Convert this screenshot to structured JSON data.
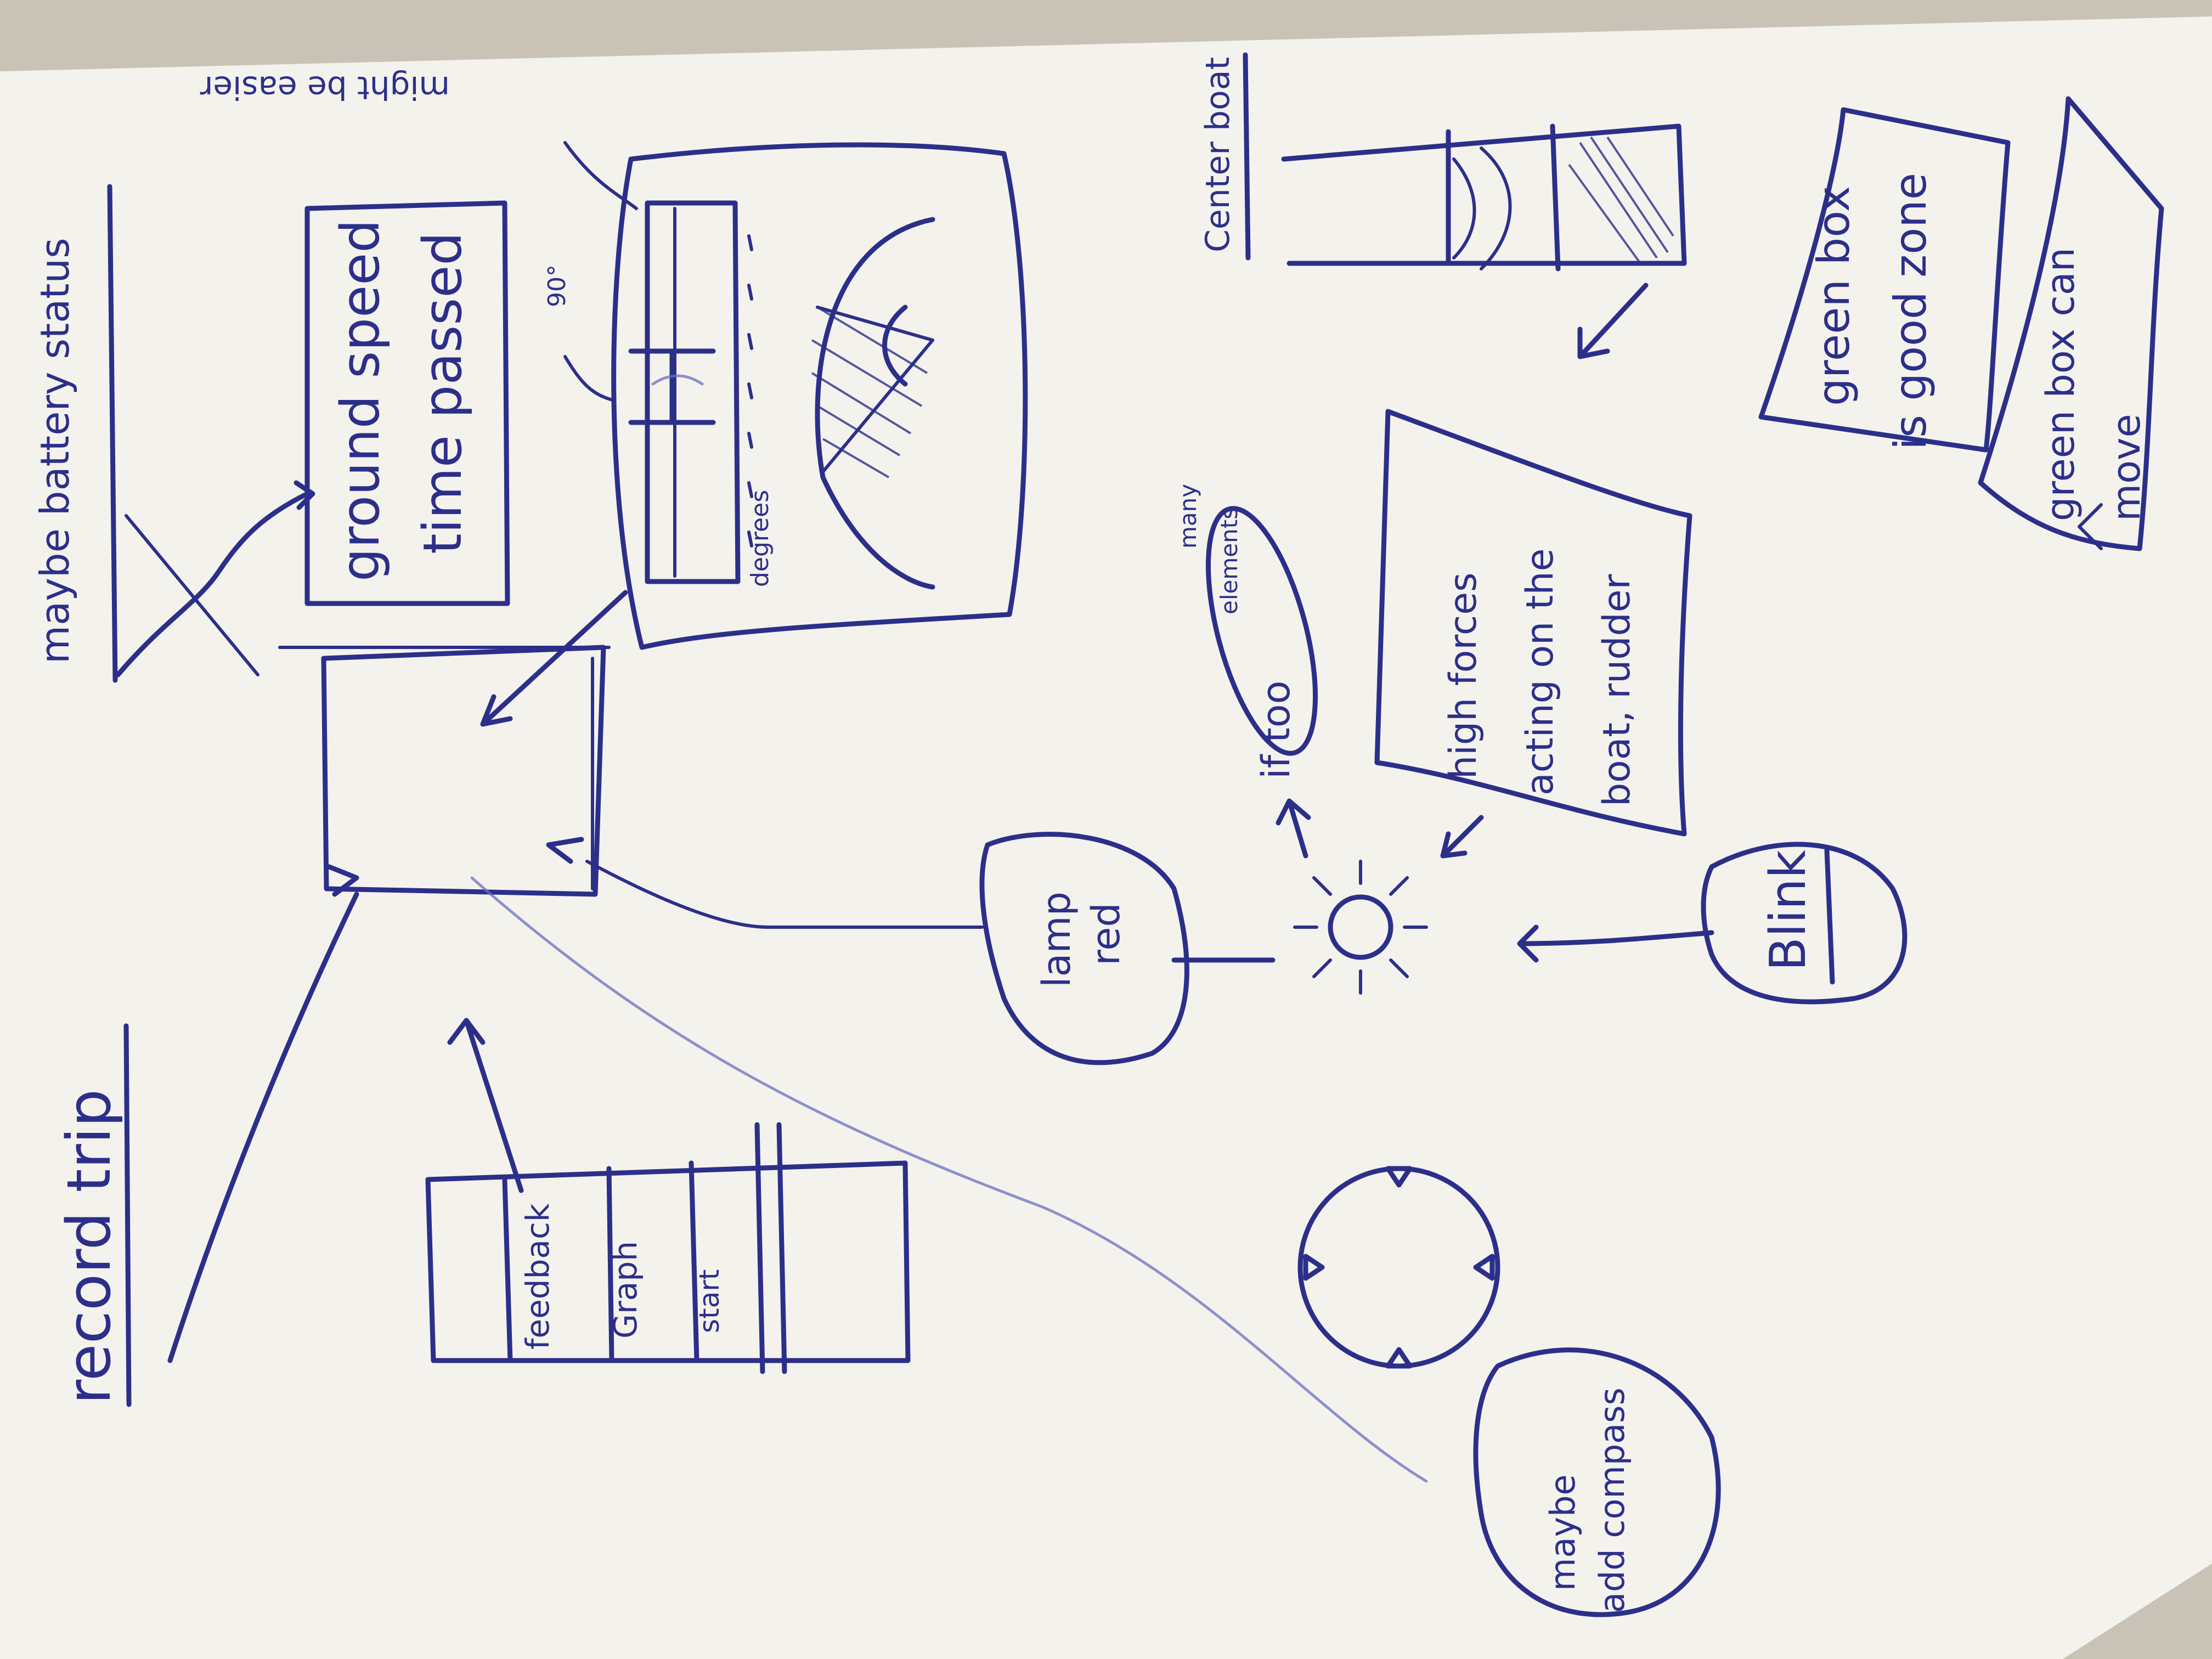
{
  "colors": {
    "ink": "#2c2f8a",
    "paper": "#f4f2ec",
    "background": "#c9c2b6"
  },
  "notes": {
    "record_trip": "record trip",
    "maybe_battery_status": "maybe battery status",
    "ground_speed": "ground speed",
    "time_passed": "time passed",
    "might_be_easier": "might be easier",
    "deg_90": "90°",
    "degrees": "degrees",
    "center_boat": "Center boat",
    "green_box_good_zone_1": "green box",
    "green_box_good_zone_2": "is good zone",
    "green_box_can_move_1": "green box can",
    "green_box_can_move_2": "move",
    "if_too_many": "if too",
    "many": "many",
    "elements": "elements",
    "high_forces_1": "high forces",
    "high_forces_2": "acting on the",
    "high_forces_3": "boat, rudder",
    "lamp_red_1": "lamp",
    "lamp_red_2": "red",
    "blink": "Blink",
    "maybe_add_compass_1": "maybe",
    "maybe_add_compass_2": "add compass",
    "menu_feedback": "feedback",
    "menu_graph": "Graph",
    "menu_start": "start"
  }
}
